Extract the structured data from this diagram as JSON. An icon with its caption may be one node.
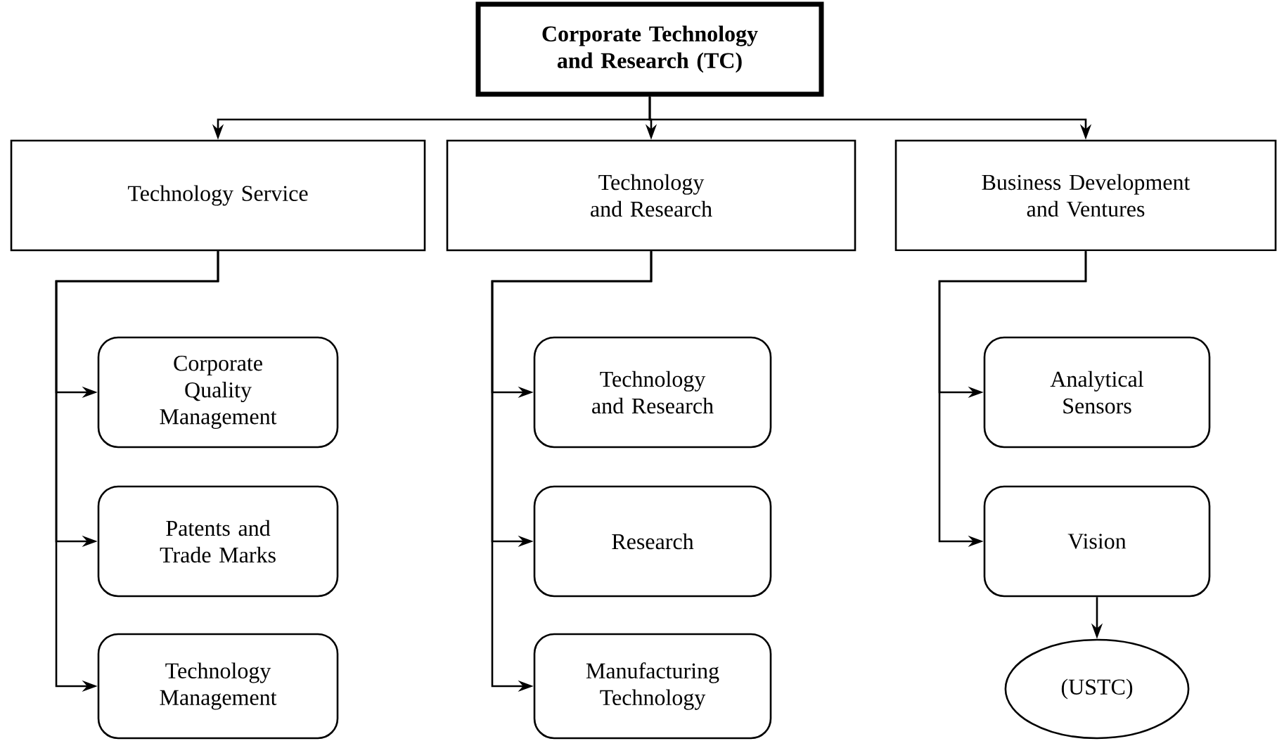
{
  "diagram": {
    "nodes": [
      {
        "text": [
          "Corporate Technology and Research (TC)"
        ]
      },
      {
        "text": [
          "Technology Service"
        ]
      },
      {
        "text": [
          "Technology and Research"
        ]
      },
      {
        "text": [
          "Business Development and Ventures"
        ]
      },
      {
        "text": [
          "Corporate Quality Management"
        ]
      },
      {
        "text": [
          "Patents and Trade Marks"
        ]
      },
      {
        "text": [
          "Technology Management"
        ]
      },
      {
        "text": [
          "Technology and Research"
        ]
      },
      {
        "text": [
          "Research"
        ]
      },
      {
        "text": [
          "Manufacturing Technology"
        ]
      },
      {
        "text": [
          "Analytical Sensors"
        ]
      },
      {
        "text": [
          "Vision"
        ]
      },
      {
        "text": [
          "(USTC)"
        ]
      }
    ],
    "edges": [
      {
        "from": 0,
        "to": 1,
        "arrow": "to"
      },
      {
        "from": 0,
        "to": 2,
        "arrow": "to"
      },
      {
        "from": 0,
        "to": 3,
        "arrow": "to"
      },
      {
        "from": 1,
        "to": 4,
        "arrow": "to"
      },
      {
        "from": 1,
        "to": 5,
        "arrow": "to"
      },
      {
        "from": 1,
        "to": 6,
        "arrow": "to"
      },
      {
        "from": 2,
        "to": 7,
        "arrow": "to"
      },
      {
        "from": 2,
        "to": 8,
        "arrow": "to"
      },
      {
        "from": 2,
        "to": 9,
        "arrow": "to"
      },
      {
        "from": 3,
        "to": 10,
        "arrow": "to"
      },
      {
        "from": 3,
        "to": 11,
        "arrow": "to"
      },
      {
        "from": 11,
        "to": 12,
        "arrow": "to"
      }
    ]
  }
}
